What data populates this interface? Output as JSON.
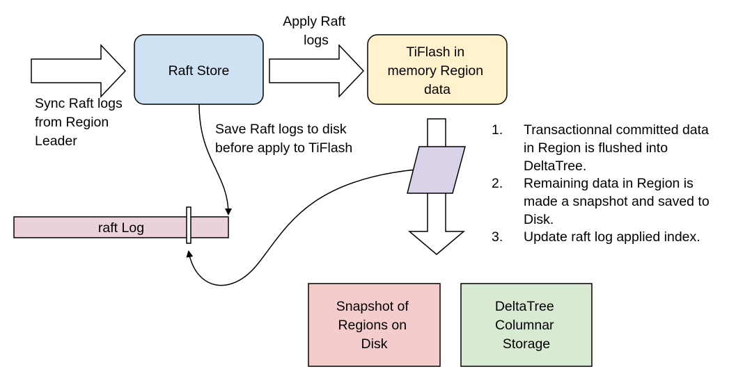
{
  "boxes": {
    "raft_store": {
      "label": "Raft Store",
      "fill": "#cfe2f3"
    },
    "tiflash_memory": {
      "lines": [
        "TiFlash in",
        "memory Region",
        "data"
      ],
      "fill": "#fff2cc"
    },
    "raft_log": {
      "label": "raft Log",
      "fill": "#ead1dc"
    },
    "snapshot": {
      "lines": [
        "Snapshot of",
        "Regions on",
        "Disk"
      ],
      "fill": "#f4cccc"
    },
    "deltatree": {
      "lines": [
        "DeltaTree",
        "Columnar",
        "Storage"
      ],
      "fill": "#d9ead3"
    },
    "flush_parallelogram": {
      "fill": "#d9d2e9"
    }
  },
  "labels": {
    "sync": [
      "Sync Raft logs",
      "from Region",
      "Leader"
    ],
    "apply": [
      "Apply Raft",
      "logs"
    ],
    "save": [
      "Save Raft logs to disk",
      "before apply to TiFlash"
    ]
  },
  "steps": [
    {
      "num": "1.",
      "lines": [
        "Transactionnal committed data",
        "in Region is flushed into",
        "DeltaTree."
      ]
    },
    {
      "num": "2.",
      "lines": [
        "Remaining data in Region is",
        "made a snapshot  and saved to",
        "Disk."
      ]
    },
    {
      "num": "3.",
      "lines": [
        "Update raft log applied index."
      ]
    }
  ]
}
